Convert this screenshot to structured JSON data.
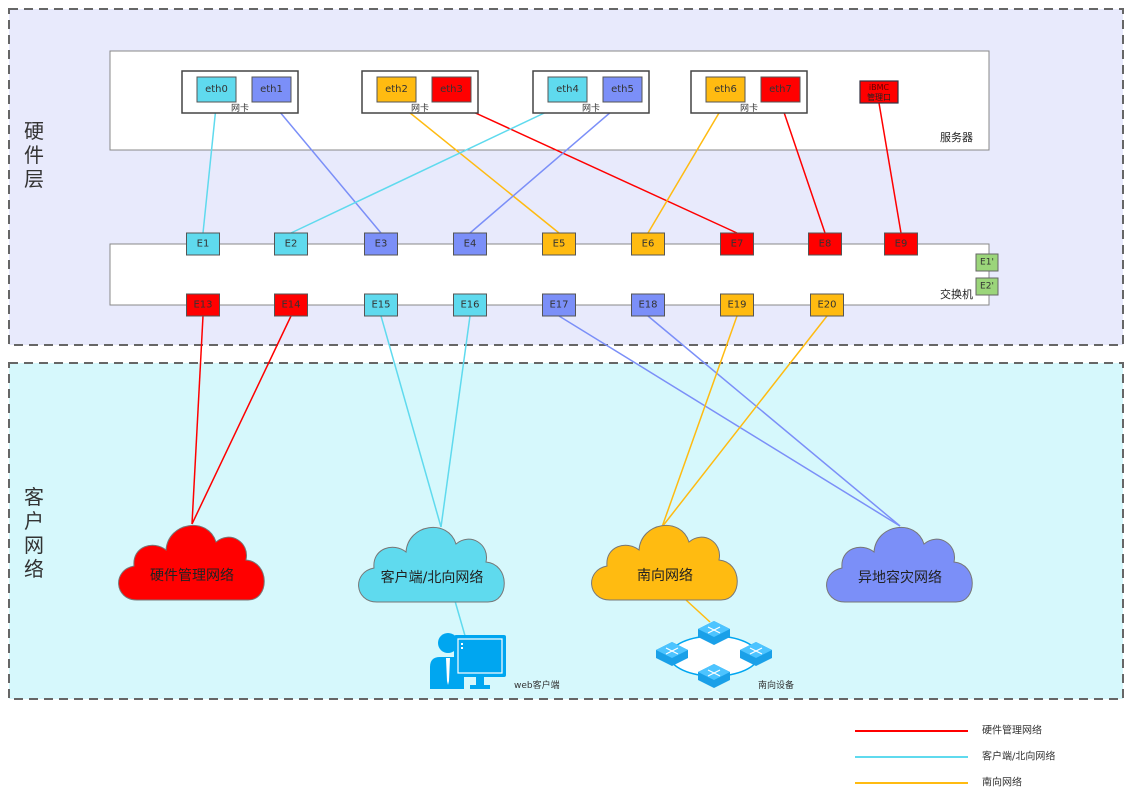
{
  "colors": {
    "hw_bg": "#e8eafc",
    "client_bg": "#d6f8fc",
    "red": "#ff0000",
    "cyan": "#5fdaee",
    "blue": "#7b8ff8",
    "orange": "#ffbb11",
    "green": "#9bd57a"
  },
  "layers": {
    "hardware": "硬件层",
    "client": "客户网络"
  },
  "server": {
    "label": "服务器",
    "nic_label": "网卡",
    "nics": [
      {
        "ports": [
          {
            "id": "eth0",
            "color": "cyan"
          },
          {
            "id": "eth1",
            "color": "blue"
          }
        ]
      },
      {
        "ports": [
          {
            "id": "eth2",
            "color": "orange"
          },
          {
            "id": "eth3",
            "color": "red"
          }
        ]
      },
      {
        "ports": [
          {
            "id": "eth4",
            "color": "cyan"
          },
          {
            "id": "eth5",
            "color": "blue"
          }
        ]
      },
      {
        "ports": [
          {
            "id": "eth6",
            "color": "orange"
          },
          {
            "id": "eth7",
            "color": "red"
          }
        ]
      }
    ],
    "ibmc": {
      "line1": "iBMC",
      "line2": "管理口"
    }
  },
  "switch": {
    "label": "交换机",
    "top_ports": [
      {
        "id": "E1",
        "color": "cyan"
      },
      {
        "id": "E2",
        "color": "cyan"
      },
      {
        "id": "E3",
        "color": "blue"
      },
      {
        "id": "E4",
        "color": "blue"
      },
      {
        "id": "E5",
        "color": "orange"
      },
      {
        "id": "E6",
        "color": "orange"
      },
      {
        "id": "E7",
        "color": "red"
      },
      {
        "id": "E8",
        "color": "red"
      },
      {
        "id": "E9",
        "color": "red"
      }
    ],
    "bottom_ports": [
      {
        "id": "E13",
        "color": "red"
      },
      {
        "id": "E14",
        "color": "red"
      },
      {
        "id": "E15",
        "color": "cyan"
      },
      {
        "id": "E16",
        "color": "cyan"
      },
      {
        "id": "E17",
        "color": "blue"
      },
      {
        "id": "E18",
        "color": "blue"
      },
      {
        "id": "E19",
        "color": "orange"
      },
      {
        "id": "E20",
        "color": "orange"
      }
    ],
    "side_ports": [
      "E1'",
      "E2'"
    ]
  },
  "links": [
    {
      "from": "eth0",
      "to": "E1",
      "color": "cyan"
    },
    {
      "from": "eth1",
      "to": "E3",
      "color": "blue"
    },
    {
      "from": "eth2",
      "to": "E5",
      "color": "orange"
    },
    {
      "from": "eth3",
      "to": "E7",
      "color": "red"
    },
    {
      "from": "eth4",
      "to": "E2",
      "color": "cyan"
    },
    {
      "from": "eth5",
      "to": "E4",
      "color": "blue"
    },
    {
      "from": "eth6",
      "to": "E6",
      "color": "orange"
    },
    {
      "from": "eth7",
      "to": "E8",
      "color": "red"
    },
    {
      "from": "ibmc",
      "to": "E9",
      "color": "red"
    },
    {
      "from": "E13",
      "to": "cloud-hw",
      "color": "red"
    },
    {
      "from": "E14",
      "to": "cloud-hw",
      "color": "red"
    },
    {
      "from": "E15",
      "to": "cloud-client",
      "color": "cyan"
    },
    {
      "from": "E16",
      "to": "cloud-client",
      "color": "cyan"
    },
    {
      "from": "E17",
      "to": "cloud-dr",
      "color": "blue"
    },
    {
      "from": "E18",
      "to": "cloud-dr",
      "color": "blue"
    },
    {
      "from": "E19",
      "to": "cloud-south",
      "color": "orange"
    },
    {
      "from": "E20",
      "to": "cloud-south",
      "color": "orange"
    },
    {
      "from": "cloud-client",
      "to": "web-client",
      "color": "cyan"
    },
    {
      "from": "cloud-south",
      "to": "south-devices",
      "color": "orange"
    }
  ],
  "clouds": [
    {
      "id": "cloud-hw",
      "label": "硬件管理网络",
      "color": "red"
    },
    {
      "id": "cloud-client",
      "label": "客户端/北向网络",
      "color": "cyan"
    },
    {
      "id": "cloud-south",
      "label": "南向网络",
      "color": "orange"
    },
    {
      "id": "cloud-dr",
      "label": "异地容灾网络",
      "color": "blue"
    }
  ],
  "devices": {
    "web_client": "web客户端",
    "south_devices": "南向设备"
  },
  "legend": [
    {
      "label": "硬件管理网络",
      "color": "red"
    },
    {
      "label": "客户端/北向网络",
      "color": "cyan"
    },
    {
      "label": "南向网络",
      "color": "orange"
    }
  ]
}
